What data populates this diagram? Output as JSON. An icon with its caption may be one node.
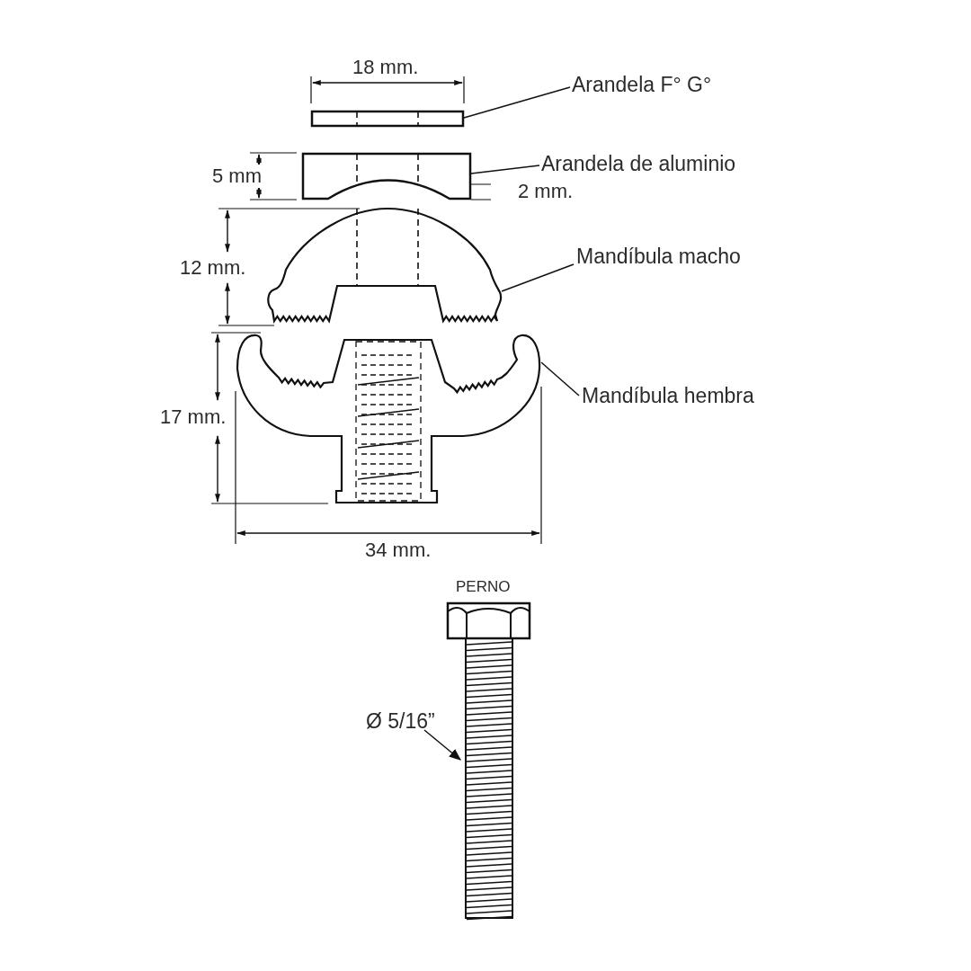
{
  "diagram": {
    "nodes": [
      {
        "text": [
          "Arandela F° G°"
        ]
      },
      {
        "text": [],
        "shape": "picture"
      },
      {
        "text": [
          "Arandela de aluminio"
        ]
      },
      {
        "text": [],
        "shape": "picture"
      },
      {
        "text": [
          "Mandíbula macho"
        ]
      },
      {
        "text": [],
        "shape": "picture"
      },
      {
        "text": [
          "Mandíbula hembra"
        ]
      },
      {
        "text": [],
        "shape": "picture"
      },
      {
        "text": [
          "Ø 5/16”"
        ]
      },
      {
        "text": [],
        "shape": "picture"
      }
    ],
    "edges": [
      {
        "from": 0,
        "to": 1,
        "arrow": "none"
      },
      {
        "from": 2,
        "to": 3,
        "arrow": "none"
      },
      {
        "from": 4,
        "to": 5,
        "arrow": "none"
      },
      {
        "from": 6,
        "to": 7,
        "arrow": "none"
      },
      {
        "from": 8,
        "to": 9,
        "arrow": "to"
      }
    ],
    "labels": [
      "18 mm.",
      "5 mm",
      "2 mm.",
      "12 mm.",
      "17 mm.",
      "34 mm.",
      "PERNO"
    ]
  }
}
